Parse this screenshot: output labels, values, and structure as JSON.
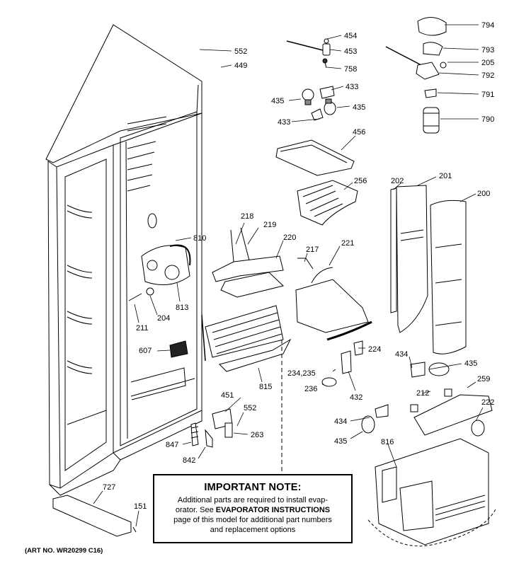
{
  "diagram": {
    "parts": {
      "p552a": "552",
      "p449": "449",
      "p454": "454",
      "p453": "453",
      "p758": "758",
      "p794": "794",
      "p793": "793",
      "p205": "205",
      "p792": "792",
      "p791": "791",
      "p790": "790",
      "p435a": "435",
      "p433a": "433",
      "p433b": "433",
      "p435b": "435",
      "p456": "456",
      "p256": "256",
      "p202": "202",
      "p201": "201",
      "p200": "200",
      "p218": "218",
      "p219": "219",
      "p220": "220",
      "p217": "217",
      "p221": "221",
      "p810": "810",
      "p813": "813",
      "p204": "204",
      "p211": "211",
      "p607": "607",
      "p815": "815",
      "p224": "224",
      "p234": "234,235",
      "p236": "236",
      "p432": "432",
      "p434a": "434",
      "p435c": "435",
      "p212": "212",
      "p259": "259",
      "p222": "222",
      "p451": "451",
      "p552b": "552",
      "p263": "263",
      "p847": "847",
      "p842": "842",
      "p434b": "434",
      "p435d": "435",
      "p816": "816",
      "p727": "727",
      "p151": "151"
    },
    "note": {
      "title": "IMPORTANT NOTE:",
      "line1": "Additional parts are required to install evap-",
      "line2_pre": "orator.  See ",
      "line2_bold": "EVAPORATOR INSTRUCTIONS",
      "line3": "page of this model for additional part numbers",
      "line4": "and replacement options"
    },
    "art_number": "(ART NO. WR20299 C16)"
  }
}
